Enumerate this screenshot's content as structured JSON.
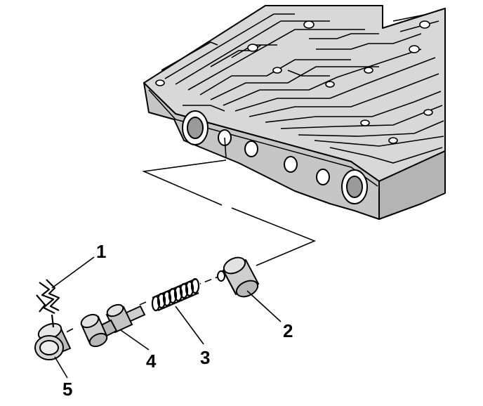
{
  "diagram": {
    "callouts": [
      {
        "id": "1",
        "text": "1"
      },
      {
        "id": "2",
        "text": "2"
      },
      {
        "id": "3",
        "text": "3"
      },
      {
        "id": "4",
        "text": "4"
      },
      {
        "id": "5",
        "text": "5"
      }
    ]
  },
  "colors": {
    "ink": "#000000",
    "body_fill": "#d4d4d4",
    "body_shade": "#b0b0b0",
    "part_fill": "#cfcfcf",
    "background": "#ffffff"
  }
}
